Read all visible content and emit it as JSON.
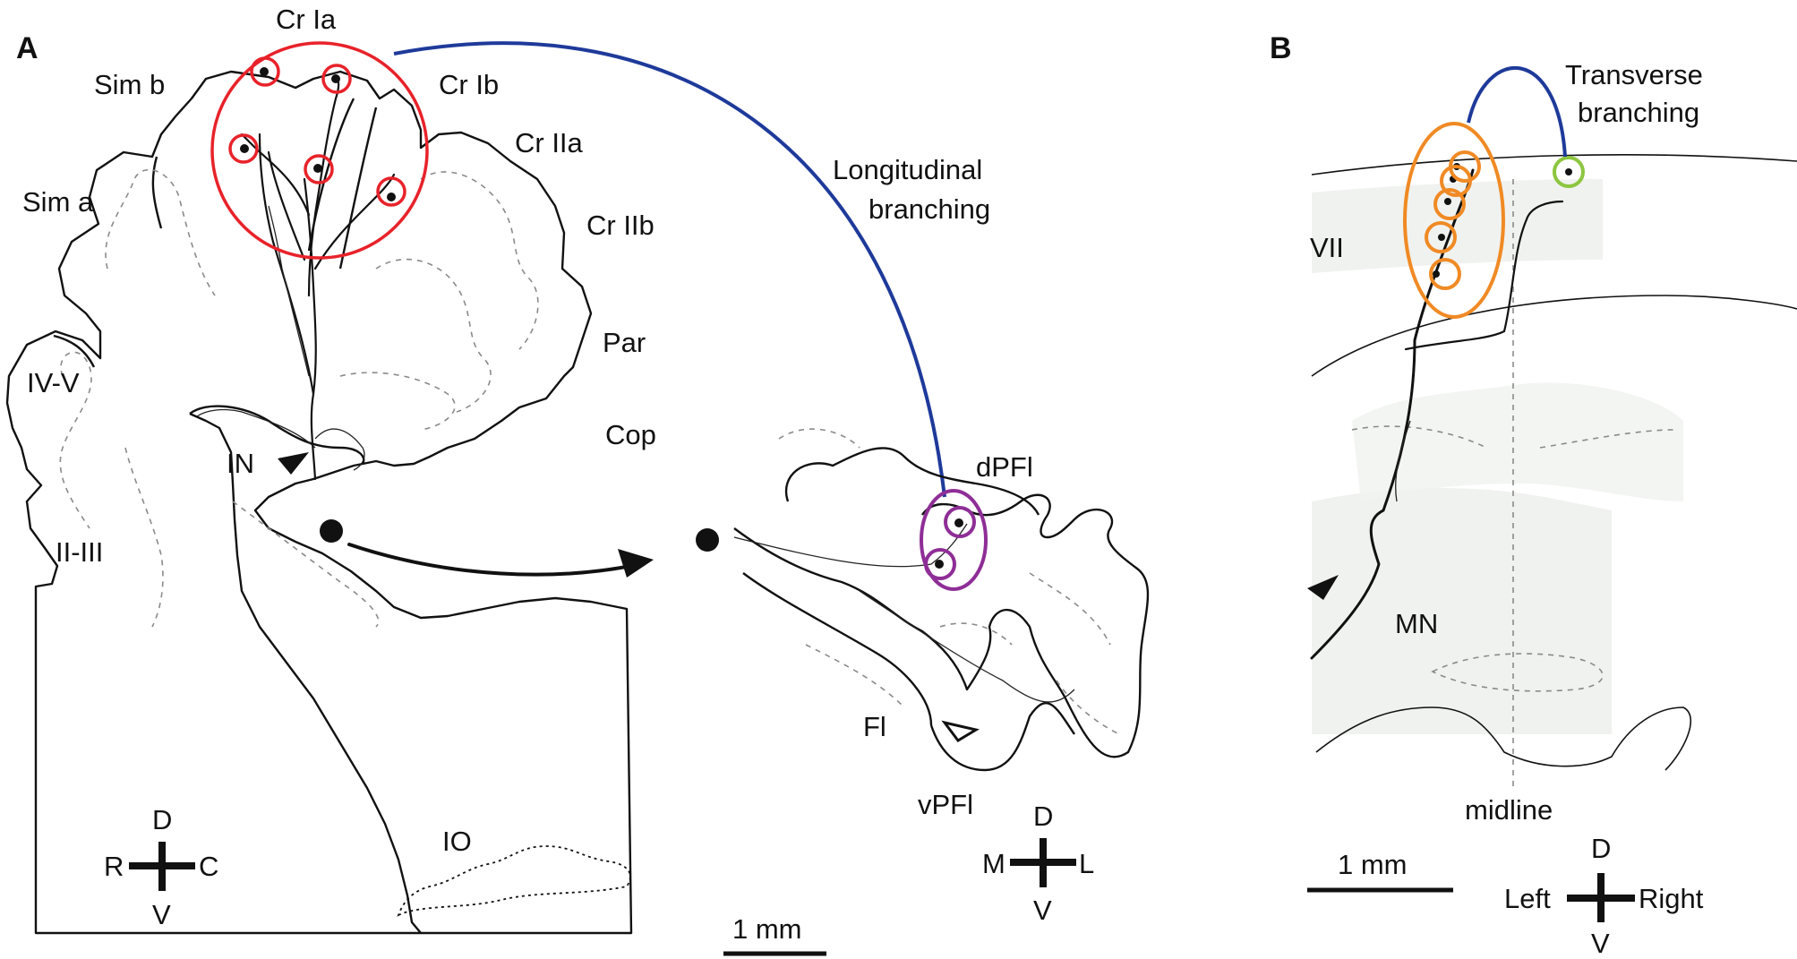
{
  "panels": {
    "a": "A",
    "b": "B"
  },
  "lobule_labels": {
    "cr_ia": "Cr Ia",
    "cr_ib": "Cr Ib",
    "cr_iia": "Cr IIa",
    "cr_iib": "Cr IIb",
    "sim_b": "Sim b",
    "sim_a": "Sim a",
    "iv_v": "IV-V",
    "ii_iii": "II-III",
    "par": "Par",
    "cop": "Cop",
    "in": "IN",
    "io": "IO",
    "dpfl": "dPFl",
    "vpfl": "vPFl",
    "fl": "Fl",
    "vii": "VII",
    "mn": "MN",
    "midline": "midline"
  },
  "annotations": {
    "longitudinal": [
      "Longitudinal",
      "branching"
    ],
    "transverse": [
      "Transverse",
      "branching"
    ]
  },
  "scale_bars": {
    "a": "1 mm",
    "b": "1 mm"
  },
  "orientation": {
    "a_left": {
      "top": "D",
      "bottom": "V",
      "left": "R",
      "right": "C"
    },
    "a_right": {
      "top": "D",
      "bottom": "V",
      "left": "M",
      "right": "L"
    },
    "b": {
      "top": "D",
      "bottom": "V",
      "left": "Left",
      "right": "Right"
    }
  },
  "colors": {
    "longitudinal_region": "#e8222a",
    "paraflocculus_region": "#8e2e96",
    "transverse_region": "#f08a24",
    "transverse_target": "#8dc63f",
    "branch_connector": "#1e3a9a"
  },
  "icons": {
    "filled_arrowhead": "arrowhead-filled-icon",
    "open_arrowhead": "arrowhead-open-icon",
    "rotation_arrow": "rotation-arrow-icon"
  }
}
